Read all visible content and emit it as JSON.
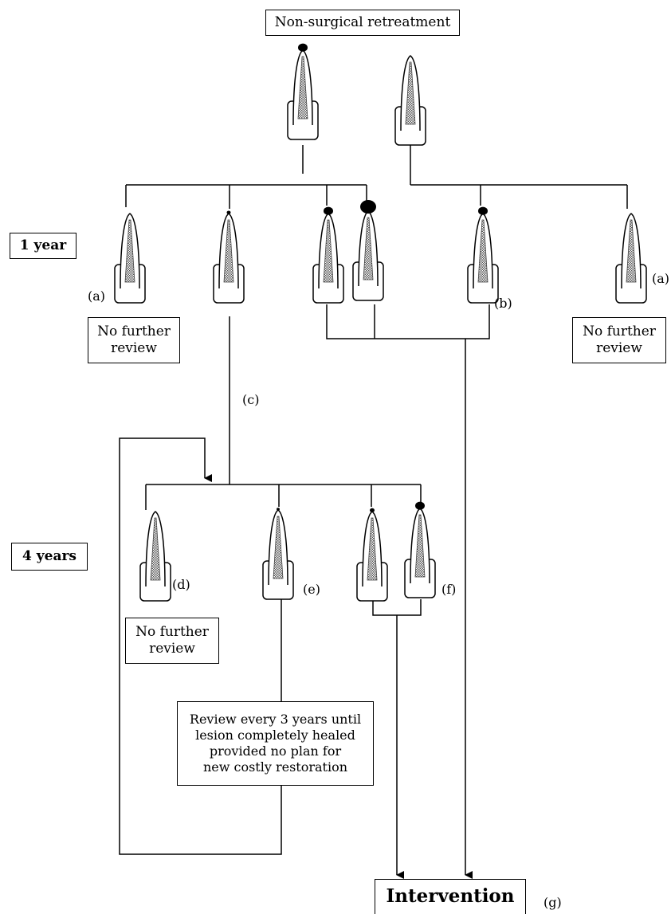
{
  "title": "Non-surgical retreatment",
  "time_labels": {
    "one_year": "1 year",
    "four_years": "4 years"
  },
  "notes": {
    "no_review_left": "No further\nreview",
    "no_review_right": "No further\nreview",
    "no_review_4yr": "No further\nreview",
    "review_every": "Review every 3 years until\nlesion completely healed\nprovided no plan for\nnew costly restoration"
  },
  "markers": {
    "a1": "(a)",
    "a2": "(a)",
    "b": "(b)",
    "c": "(c)",
    "d": "(d)",
    "e": "(e)",
    "f": "(f)",
    "g": "(g)"
  },
  "outcome": "Intervention",
  "colors": {
    "line": "#000000",
    "fill": "#777777",
    "lesion": "#000000"
  },
  "icons": {
    "tooth": "tooth-radiograph-icon",
    "lesion": "periapical-lesion-dot"
  }
}
